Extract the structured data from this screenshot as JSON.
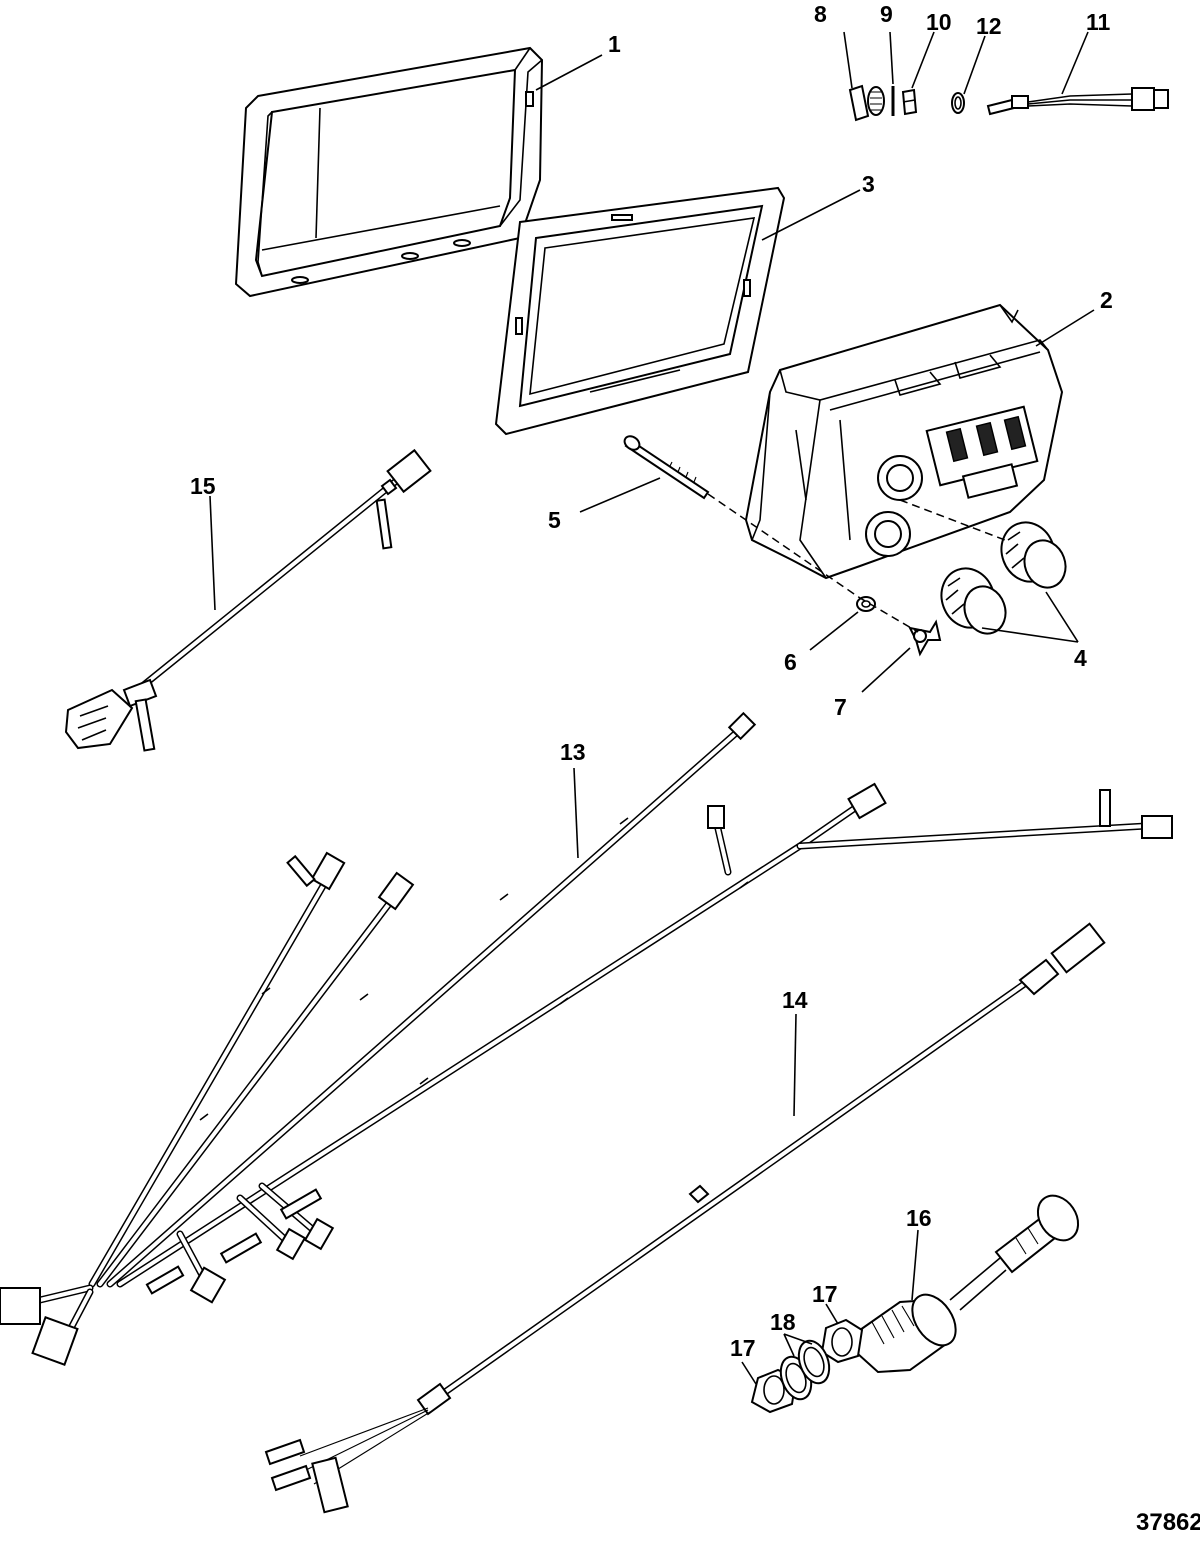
{
  "figure": {
    "id": "37862"
  },
  "callouts": [
    {
      "key": "c1",
      "label": "1"
    },
    {
      "key": "c2",
      "label": "2"
    },
    {
      "key": "c3",
      "label": "3"
    },
    {
      "key": "c4",
      "label": "4"
    },
    {
      "key": "c5",
      "label": "5"
    },
    {
      "key": "c6",
      "label": "6"
    },
    {
      "key": "c7",
      "label": "7"
    },
    {
      "key": "c8",
      "label": "8"
    },
    {
      "key": "c9",
      "label": "9"
    },
    {
      "key": "c10",
      "label": "10"
    },
    {
      "key": "c11",
      "label": "11"
    },
    {
      "key": "c12",
      "label": "12"
    },
    {
      "key": "c13",
      "label": "13"
    },
    {
      "key": "c14",
      "label": "14"
    },
    {
      "key": "c15",
      "label": "15"
    },
    {
      "key": "c16",
      "label": "16"
    },
    {
      "key": "c17a",
      "label": "17"
    },
    {
      "key": "c17b",
      "label": "17"
    },
    {
      "key": "c18",
      "label": "18"
    }
  ]
}
